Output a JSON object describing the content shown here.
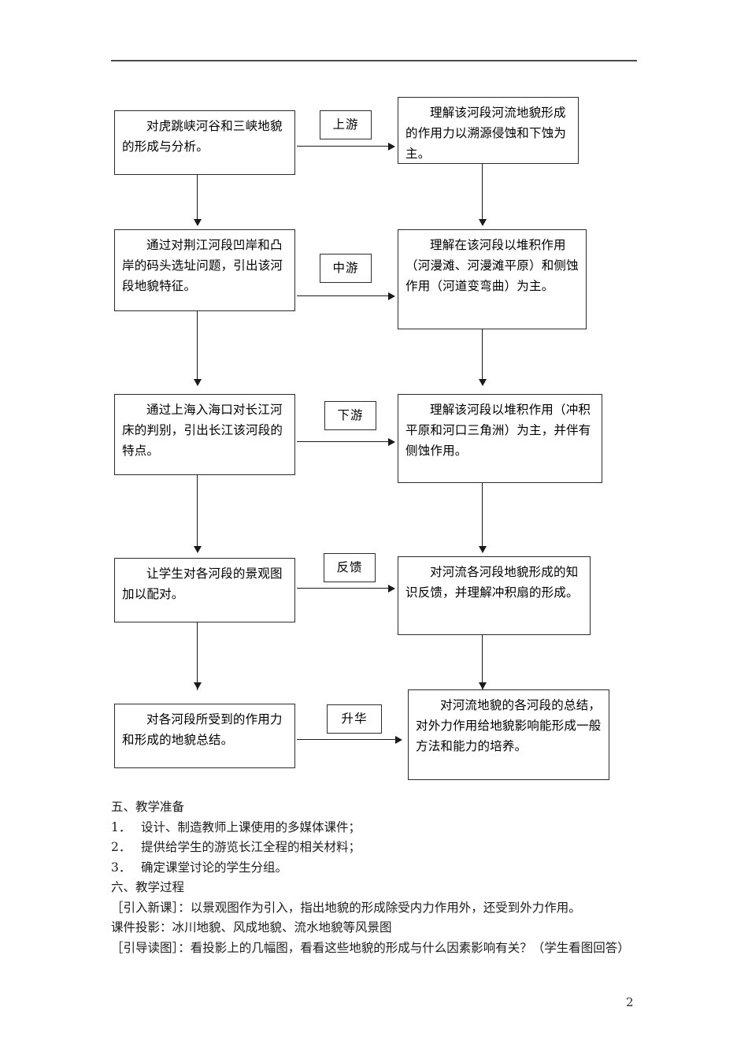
{
  "page": {
    "number": "2",
    "header_rule": true
  },
  "flowchart": {
    "left_nodes": [
      {
        "text": "对虎跳峡河谷和三峡地貌的形成与分析。"
      },
      {
        "text": "通过对荆江河段凹岸和凸岸的码头选址问题，引出该河段地貌特征。"
      },
      {
        "text": "通过上海入海口对长江河床的判别，引出长江该河段的特点。"
      },
      {
        "text": "让学生对各河段的景观图加以配对。"
      },
      {
        "text": "对各河段所受到的作用力和形成的地貌总结。"
      }
    ],
    "right_nodes": [
      {
        "text": "理解该河段河流地貌形成的作用力以溯源侵蚀和下蚀为主。"
      },
      {
        "text": "理解在该河段以堆积作用（河漫滩、河漫滩平原）和侧蚀作用（河道变弯曲）为主。"
      },
      {
        "text": "理解该河段以堆积作用（冲积平原和河口三角洲）为主，并伴有侧蚀作用。"
      },
      {
        "text": "对河流各河段地貌形成的知识反馈，并理解冲积扇的形成。"
      },
      {
        "text": "对河流地貌的各河段的总结，对外力作用给地貌影响能形成一般方法和能力的培养。"
      }
    ],
    "arrow_labels": [
      {
        "text": "上游"
      },
      {
        "text": "中游"
      },
      {
        "text": "下游"
      },
      {
        "text": "反馈"
      },
      {
        "text": "升华"
      }
    ]
  },
  "content": {
    "section_five_title": "五、教学准备",
    "prep_items": [
      {
        "num": "1．",
        "text": "设计、制造教师上课使用的多媒体课件；"
      },
      {
        "num": "2．",
        "text": "提供给学生的游览长江全程的相关材料；"
      },
      {
        "num": "3．",
        "text": "确定课堂讨论的学生分组。"
      }
    ],
    "section_six_title": "六、教学过程",
    "paragraphs": [
      "［引入新课］：以景观图作为引入，指出地貌的形成除受内力作用外，还受到外力作用。",
      "课件投影：冰川地貌、风成地貌、流水地貌等风景图",
      "［引导读图］：看投影上的几幅图，看看这些地貌的形成与什么因素影响有关？（学生看图回答）"
    ]
  }
}
